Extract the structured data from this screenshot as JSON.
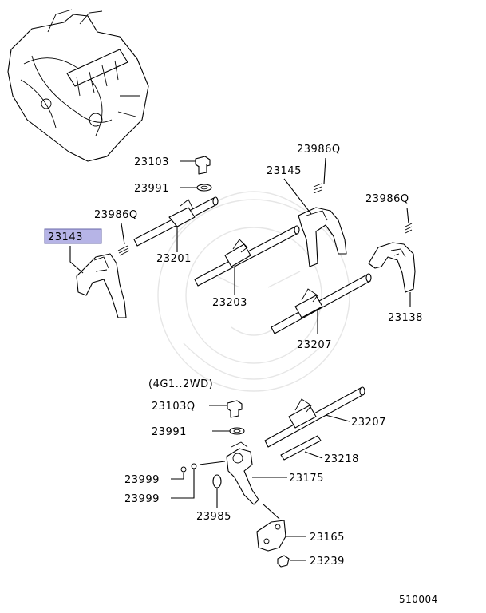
{
  "diagram": {
    "figure_number": "510004",
    "variant_note": "(4G1..2WD)",
    "highlight_color": "#b6b4e6",
    "highlighted_part": "23143",
    "parts": {
      "p23103": "23103",
      "p23991a": "23991",
      "p23986q_a": "23986Q",
      "p23143": "23143",
      "p23201": "23201",
      "p23145": "23145",
      "p23986q_b": "23986Q",
      "p23986q_c": "23986Q",
      "p23203": "23203",
      "p23138": "23138",
      "p23207a": "23207",
      "p23103q": "23103Q",
      "p23991b": "23991",
      "p23207b": "23207",
      "p23218": "23218",
      "p23175": "23175",
      "p23999a": "23999",
      "p23999b": "23999",
      "p23985": "23985",
      "p23165": "23165",
      "p23239": "23239"
    }
  }
}
